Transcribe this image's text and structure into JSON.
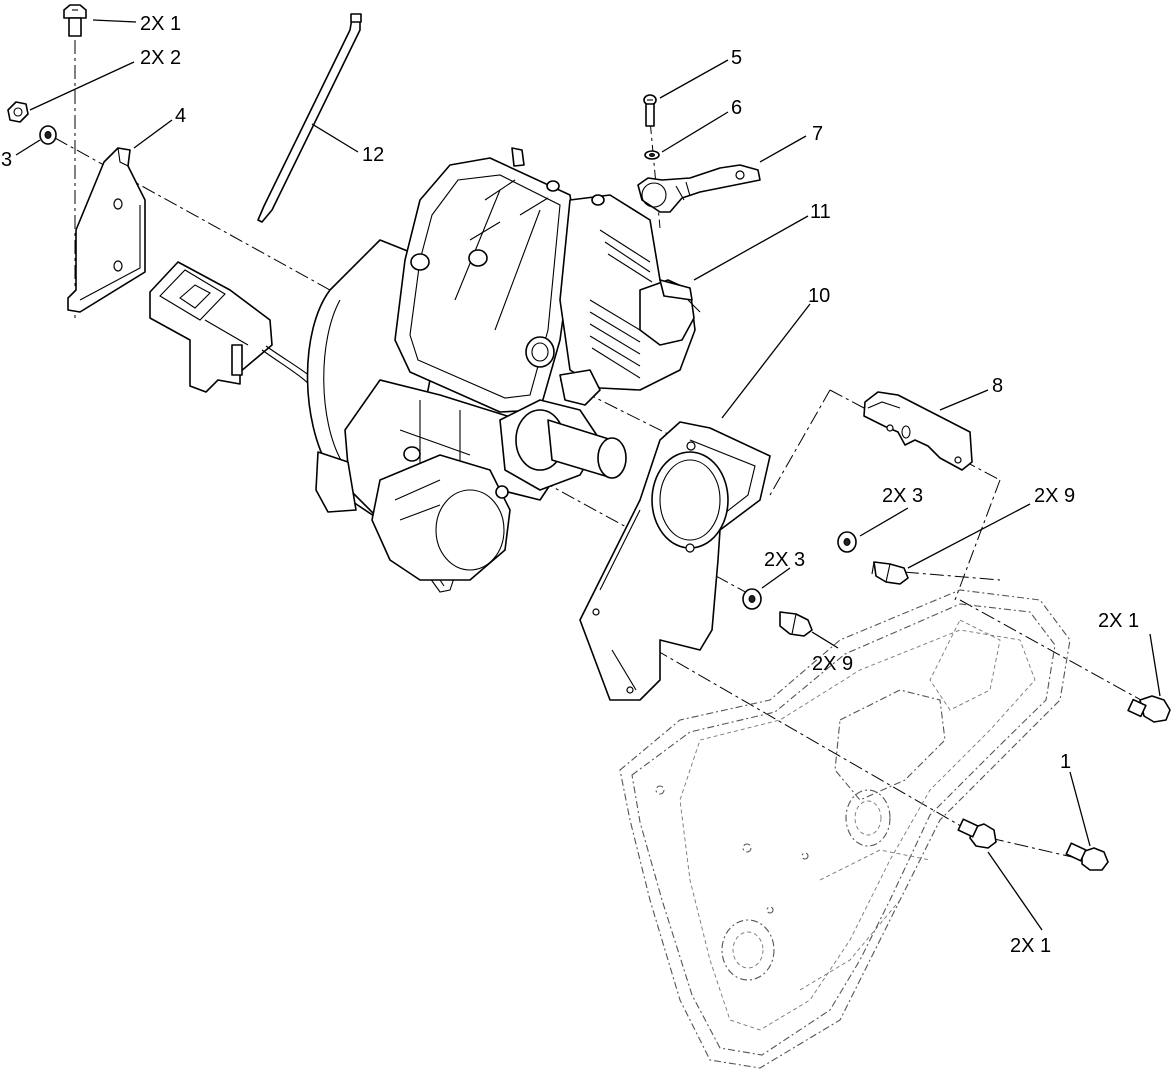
{
  "callouts": {
    "top_bolt": "2X 1",
    "nut": "2X 2",
    "washer_left": "3",
    "bracket_left": "4",
    "screw": "5",
    "washer_small": "6",
    "throttle_lever": "7",
    "bracket_right": "8",
    "gasket_plate": "10",
    "carburetor": "11",
    "cable_tie": "12",
    "washer_right_upper": "2X 3",
    "bolt_right_upper": "2X 9",
    "washer_right_lower": "2X 3",
    "bolt_right_lower": "2X 9",
    "bolt_far_right": "2X 1",
    "bolt_lower_right": "1",
    "bolt_bottom": "2X 1"
  }
}
